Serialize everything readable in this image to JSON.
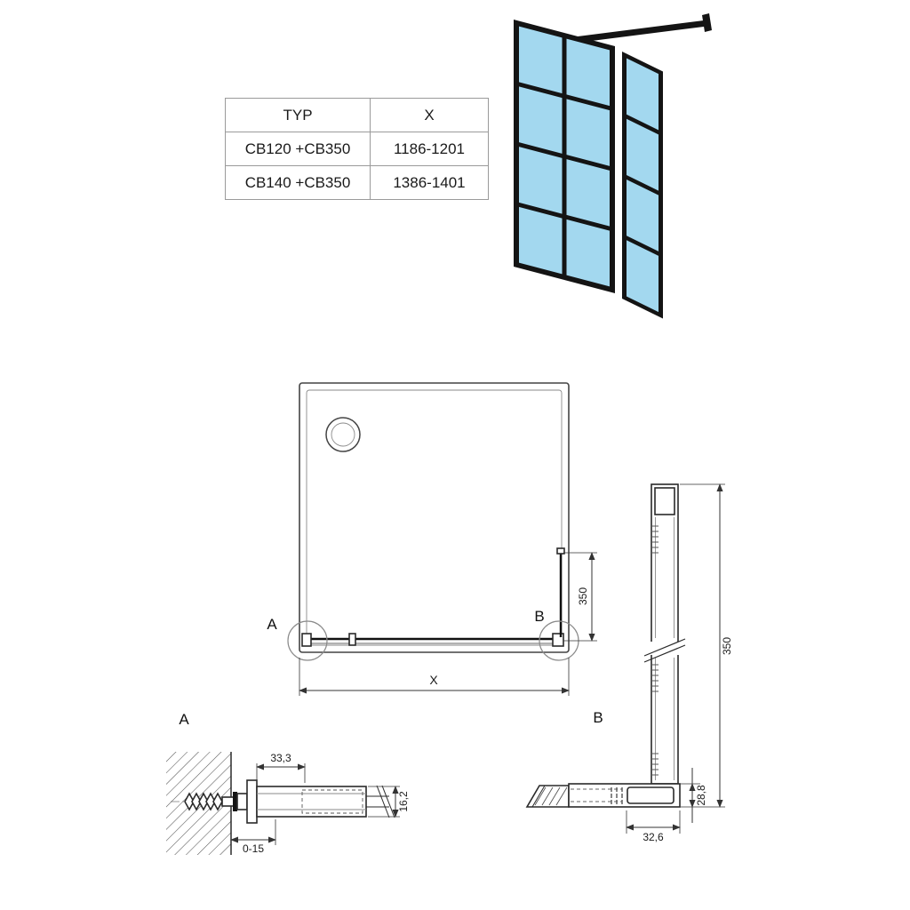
{
  "table": {
    "headers": {
      "col1": "TYP",
      "col2": "X"
    },
    "rows": [
      {
        "typ": "CB120 +CB350",
        "x": "1186-1201"
      },
      {
        "typ": "CB140 +CB350",
        "x": "1386-1401"
      }
    ]
  },
  "plan": {
    "dim_width": "X",
    "dim_return": "350",
    "detail_a_label": "A",
    "detail_b_label": "B"
  },
  "side_view": {
    "label": "B",
    "dim_height": "350",
    "dim_bracket_height": "28,8",
    "dim_bracket_width": "32,6"
  },
  "detail_a": {
    "label": "A",
    "dim_width": "33,3",
    "dim_height": "16,2",
    "dim_wall_gap": "0-15"
  },
  "colors": {
    "glass": "#a3d8ef",
    "frame": "#141414"
  }
}
